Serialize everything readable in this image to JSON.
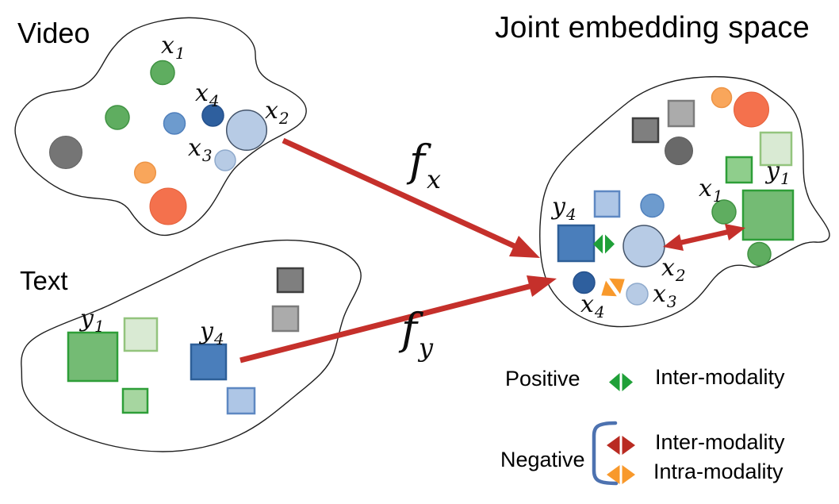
{
  "titles": {
    "video": "Video",
    "text": "Text",
    "joint": "Joint embedding space"
  },
  "mappings": {
    "fx": {
      "base": "f",
      "sub": "x"
    },
    "fy": {
      "base": "f",
      "sub": "y"
    }
  },
  "points": {
    "video": {
      "x1": {
        "base": "x",
        "sub": "1"
      },
      "x2": {
        "base": "x",
        "sub": "2"
      },
      "x3": {
        "base": "x",
        "sub": "3"
      },
      "x4": {
        "base": "x",
        "sub": "4"
      }
    },
    "text": {
      "y1": {
        "base": "y",
        "sub": "1"
      },
      "y4": {
        "base": "y",
        "sub": "4"
      }
    },
    "joint": {
      "x1": {
        "base": "x",
        "sub": "1"
      },
      "x2": {
        "base": "x",
        "sub": "2"
      },
      "x3": {
        "base": "x",
        "sub": "3"
      },
      "x4": {
        "base": "x",
        "sub": "4"
      },
      "y1": {
        "base": "y",
        "sub": "1"
      },
      "y4": {
        "base": "y",
        "sub": "4"
      }
    }
  },
  "legend": {
    "positive": {
      "label": "Positive",
      "rows": [
        {
          "icon": "green-double-arrow",
          "text": "Inter-modality"
        }
      ]
    },
    "negative": {
      "label": "Negative",
      "rows": [
        {
          "icon": "red-double-arrow",
          "text": "Inter-modality"
        },
        {
          "icon": "orange-double-arrow",
          "text": "Intra-modality"
        }
      ]
    }
  },
  "palette": {
    "outline": "#1f1f1f",
    "text-color": "#000000",
    "arrow-red": "#c5302b",
    "positive-green": "#1fa038",
    "negative-red": "#b92b22",
    "intra-orange": "#f8992c",
    "bracket-blue": "#4d72b0",
    "green": "#5fad60",
    "green-border": "#3f9242",
    "blue": "#6d9bce",
    "blue-border": "#5080bc",
    "dark-blue": "#2e5f9e",
    "dark-blue-border": "#24508c",
    "light-blue": "#b7cbe5",
    "light-blue-border": "#8faacc",
    "slate-border": "#44546a",
    "gray": "#757575",
    "dark-gray": "#696969",
    "orange": "#f9a65b",
    "orange-border": "#ed9445",
    "orange-red": "#f4714d",
    "orange-red-border": "#e4603a",
    "green-square": "#74bb74",
    "green-square-border": "#2e9e38",
    "green-square-medium": "#8fce8c",
    "green-square-small": "#a6d6a0",
    "pale-green": "#d9ead3",
    "pale-green-border": "#93c47d",
    "blue-square": "#4a7ebb",
    "blue-square-border": "#2e5f98",
    "light-blue-square": "#aec6e6",
    "light-blue-square-border": "#5e88c2",
    "dark-gray-square": "#7f7f7f",
    "dark-gray-square-border": "#3f3f3f",
    "light-gray-square": "#ababab",
    "light-gray-square-border": "#7c7c7c"
  }
}
